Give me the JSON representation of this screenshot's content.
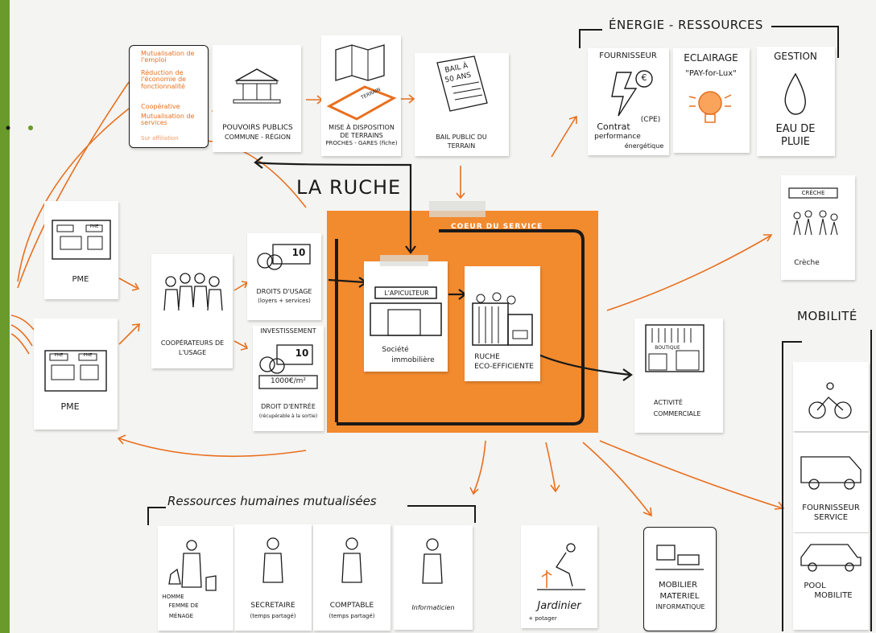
{
  "title": "LA RUCHE",
  "core": {
    "label": "COEUR DU SERVICE",
    "apiculteur": {
      "sign": "L'APICULTEUR",
      "line1": "Société",
      "line2": "immobilière"
    },
    "ruche": {
      "line1": "RUCHE",
      "line2": "ECO-EFFICIENTE"
    }
  },
  "top_left_note": {
    "items": [
      "Mutualisation de l'emploi",
      "Réduction de l'économie de fonctionnalité",
      "Coopérative",
      "Mutualisation de services"
    ],
    "last": "Sur affiliation"
  },
  "top_cards": {
    "pouvoirs": {
      "line1": "POUVOIRS PUBLICS",
      "line2": "COMMUNE - RÉGION"
    },
    "terrains": {
      "tag": "TERRAIN",
      "line1": "MISE À DISPOSITION",
      "line2": "DE TERRAINS",
      "line3": "PROCHES - GARES (fiche)"
    },
    "bail": {
      "doc_line1": "BAIL À",
      "doc_line2": "50 ANS",
      "line1": "BAIL PUBLIC DU",
      "line2": "TERRAIN"
    }
  },
  "energie": {
    "header": "ÉNERGIE - RESSOURCES",
    "fournisseur": {
      "title": "FOURNISSEUR",
      "symbol": "€",
      "caption1": "Contrat",
      "caption_sup": "(CPE)",
      "caption2": "performance",
      "caption3": "énergétique"
    },
    "eclairage": {
      "title": "ECLAIRAGE",
      "caption": "\"PAY-for-Lux\""
    },
    "gestion": {
      "title": "GESTION",
      "caption1": "EAU DE",
      "caption2": "PLUIE"
    }
  },
  "left": {
    "pme_top": {
      "sign_a": "PME",
      "label": "PME"
    },
    "pme_bottom": {
      "sign_a": "PME",
      "sign_b": "PME",
      "label": "PME"
    },
    "cooperateurs": {
      "line1": "COOPÉRATEURS DE",
      "line2": "L'USAGE"
    },
    "droits_usage": {
      "coin": "10",
      "line1": "DROITS D'USAGE",
      "line2": "(loyers + services)"
    },
    "investissement": {
      "header": "INVESTISSEMENT",
      "coin": "10",
      "price": "1000€/m²",
      "line1": "DROIT D'ENTRÉE",
      "line2": "(récupérable à la sortie)"
    }
  },
  "right": {
    "creche": {
      "sign": "CRÈCHE",
      "label": "Crèche"
    },
    "activite": {
      "sign": "BOUTIQUE",
      "line1": "ACTIVITÉ",
      "line2": "COMMERCIALE"
    },
    "mobilite": {
      "header": "MOBILITÉ",
      "fournisseur": "FOURNISSEUR",
      "service": "SERVICE",
      "pool": "POOL",
      "mobilite": "MOBILITE"
    }
  },
  "bottom": {
    "header": "Ressources humaines mutualisées",
    "homme": {
      "line1": "HOMME",
      "line2": "FEMME DE",
      "line3": "MÉNAGE"
    },
    "secretaire": {
      "line1": "SECRETAIRE",
      "line2": "(temps partagé)"
    },
    "comptable": {
      "line1": "COMPTABLE",
      "line2": "(temps partagé)"
    },
    "informaticien": {
      "line1": "Informaticien"
    },
    "jardinier": {
      "line1": "Jardinier",
      "line2": "+ potager"
    },
    "mobilier": {
      "line1": "MOBILIER",
      "line2": "MATERIEL",
      "line3": "INFORMATIQUE"
    }
  },
  "colors": {
    "orange": "#f28a2e",
    "orange_line": "#e8701f",
    "ink": "#1a1a1a",
    "green": "#6a9a2c"
  }
}
